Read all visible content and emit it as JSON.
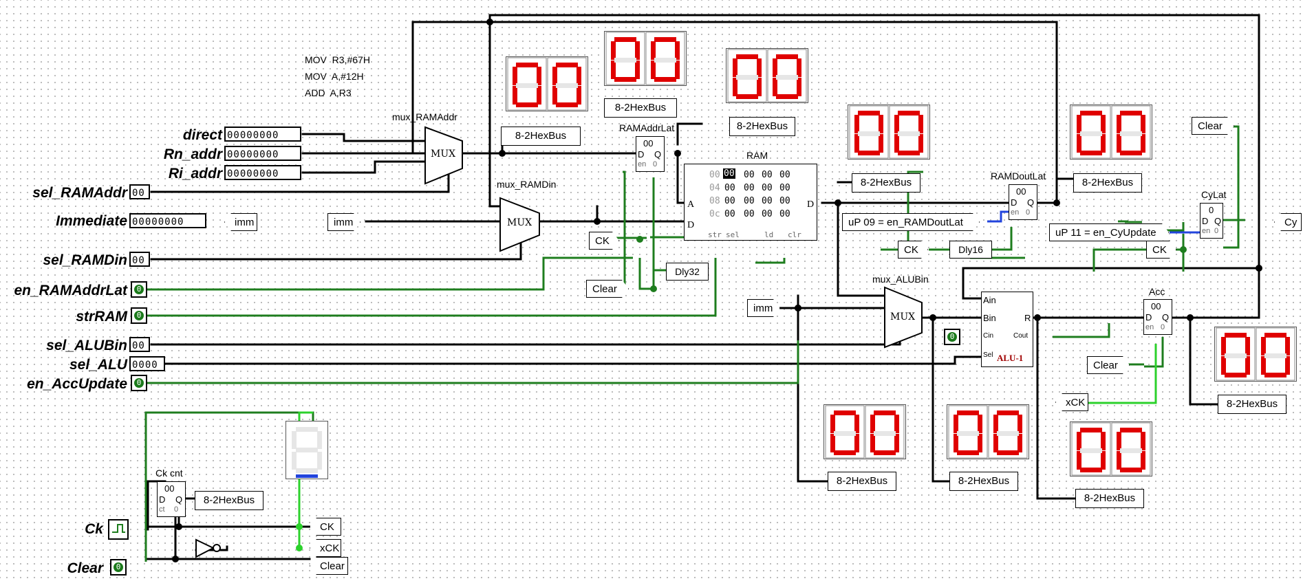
{
  "code_comment": [
    "MOV  R3,#67H",
    "MOV  A,#12H",
    "ADD  A,R3"
  ],
  "inputs": {
    "direct": {
      "label": "direct",
      "value": "00000000"
    },
    "rn_addr": {
      "label": "Rn_addr",
      "value": "00000000"
    },
    "ri_addr": {
      "label": "Ri_addr",
      "value": "00000000"
    },
    "sel_ramaddr": {
      "label": "sel_RAMAddr",
      "value": "00"
    },
    "immediate": {
      "label": "Immediate",
      "value": "00000000"
    },
    "sel_ramdin": {
      "label": "sel_RAMDin",
      "value": "00"
    },
    "en_ramaddrlat": {
      "label": "en_RAMAddrLat",
      "value": "0"
    },
    "strram": {
      "label": "strRAM",
      "value": "0"
    },
    "sel_alubin": {
      "label": "sel_ALUBin",
      "value": "00"
    },
    "sel_alu": {
      "label": "sel_ALU",
      "value": "0000"
    },
    "en_accupdate": {
      "label": "en_AccUpdate",
      "value": "0"
    },
    "ck": {
      "label": "Ck"
    },
    "clear": {
      "label": "Clear",
      "value": "0"
    }
  },
  "tunnels": {
    "imm": "imm",
    "ck": "CK",
    "clear": "Clear",
    "xck": "xCK",
    "cy": "Cy",
    "up09": "uP 09 = en_RAMDoutLat",
    "up11": "uP 11 = en_CyUpdate"
  },
  "components": {
    "mux_ramaddr": {
      "name": "mux_RAMAddr",
      "text": "MUX"
    },
    "mux_ramdin": {
      "name": "mux_RAMDin",
      "text": "MUX"
    },
    "mux_alubin": {
      "name": "mux_ALUBin",
      "text": "MUX"
    },
    "ramaddrlat": {
      "name": "RAMAddrLat",
      "value": "00",
      "d": "D",
      "q": "Q",
      "en": "en",
      "zero": "0"
    },
    "ramdoutlat": {
      "name": "RAMDoutLat",
      "value": "00",
      "d": "D",
      "q": "Q",
      "en": "en",
      "zero": "0"
    },
    "cylat": {
      "name": "CyLat",
      "value": "0",
      "d": "D",
      "q": "Q",
      "en": "en",
      "zero": "0"
    },
    "acc": {
      "name": "Acc",
      "value": "00",
      "d": "D",
      "q": "Q",
      "en": "en",
      "zero": "0"
    },
    "ckcnt": {
      "name": "Ck cnt",
      "value": "00",
      "d": "D",
      "q": "Q",
      "ct": "ct",
      "zero": "0"
    },
    "ram": {
      "name": "RAM",
      "a": "A",
      "d_in": "D",
      "d_out": "D",
      "rows": [
        {
          "addr": "00",
          "cells": [
            "00",
            "00",
            "00",
            "00"
          ]
        },
        {
          "addr": "04",
          "cells": [
            "00",
            "00",
            "00",
            "00"
          ]
        },
        {
          "addr": "08",
          "cells": [
            "00",
            "00",
            "00",
            "00"
          ]
        },
        {
          "addr": "0c",
          "cells": [
            "00",
            "00",
            "00",
            "00"
          ]
        }
      ],
      "pins": [
        "str",
        "sel",
        "ld",
        "clr"
      ]
    },
    "alu": {
      "name": "ALU-1",
      "ain": "Ain",
      "bin": "Bin",
      "cin": "Cin",
      "sel": "Sel",
      "r": "R",
      "cout": "Cout"
    },
    "dly32": "Dly32",
    "dly16": "Dly16",
    "hexbus": "8-2HexBus",
    "const_zero": "0"
  },
  "displays": {
    "value": "00",
    "color": "#e00000"
  },
  "colors": {
    "wire_black": "#000000",
    "wire_green": "#1e7d1e",
    "wire_bright": "#2bd12b",
    "bus_blue": "#2244dd",
    "segment_red": "#e00000"
  }
}
